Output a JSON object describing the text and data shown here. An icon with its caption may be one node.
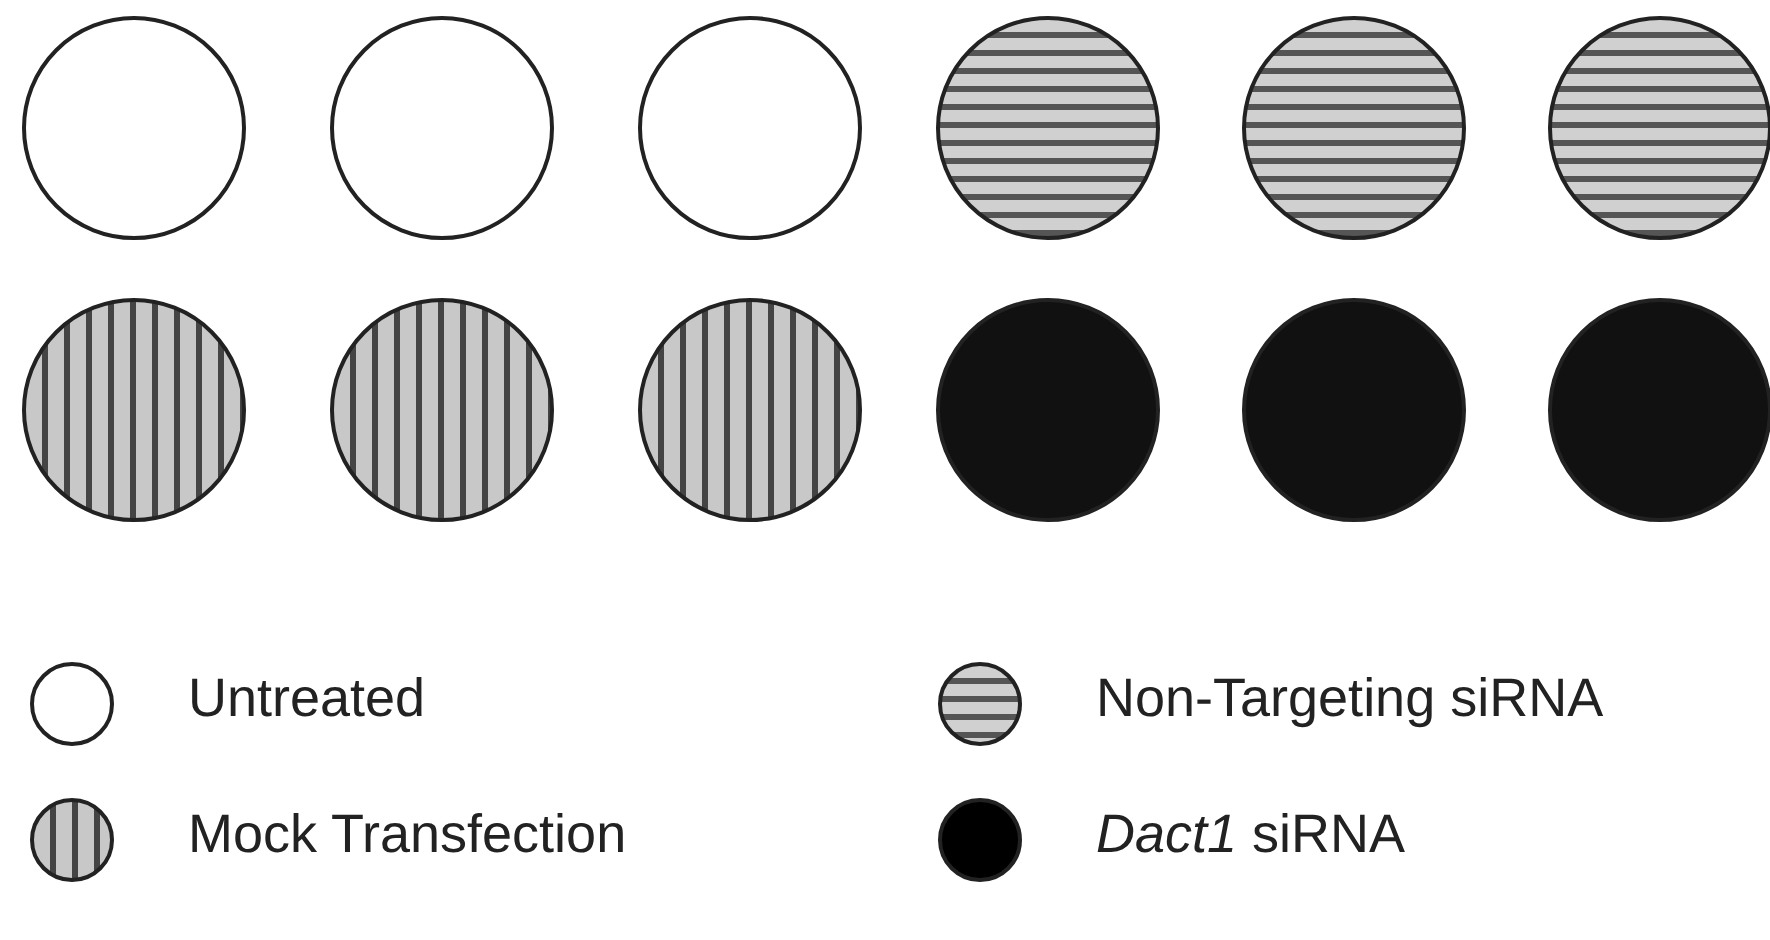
{
  "diagram": {
    "nodes": [
      {
        "text": [],
        "shape": "circle"
      },
      {
        "text": [],
        "shape": "circle"
      },
      {
        "text": [],
        "shape": "circle"
      },
      {
        "text": [],
        "shape": "circle"
      },
      {
        "text": [],
        "shape": "circle"
      },
      {
        "text": [],
        "shape": "circle"
      },
      {
        "text": [],
        "shape": "circle"
      },
      {
        "text": [],
        "shape": "circle"
      },
      {
        "text": [],
        "shape": "circle"
      },
      {
        "text": [],
        "shape": "circle"
      },
      {
        "text": [],
        "shape": "circle"
      },
      {
        "text": [],
        "shape": "circle"
      }
    ],
    "legend": [
      {
        "text": "Untreated",
        "color": "#ffffff"
      },
      {
        "text": "Non-Targeting siRNA"
      },
      {
        "text": "Mock Transfection"
      },
      {
        "text": "*Dact1* siRNA",
        "color": "#000000"
      }
    ]
  }
}
